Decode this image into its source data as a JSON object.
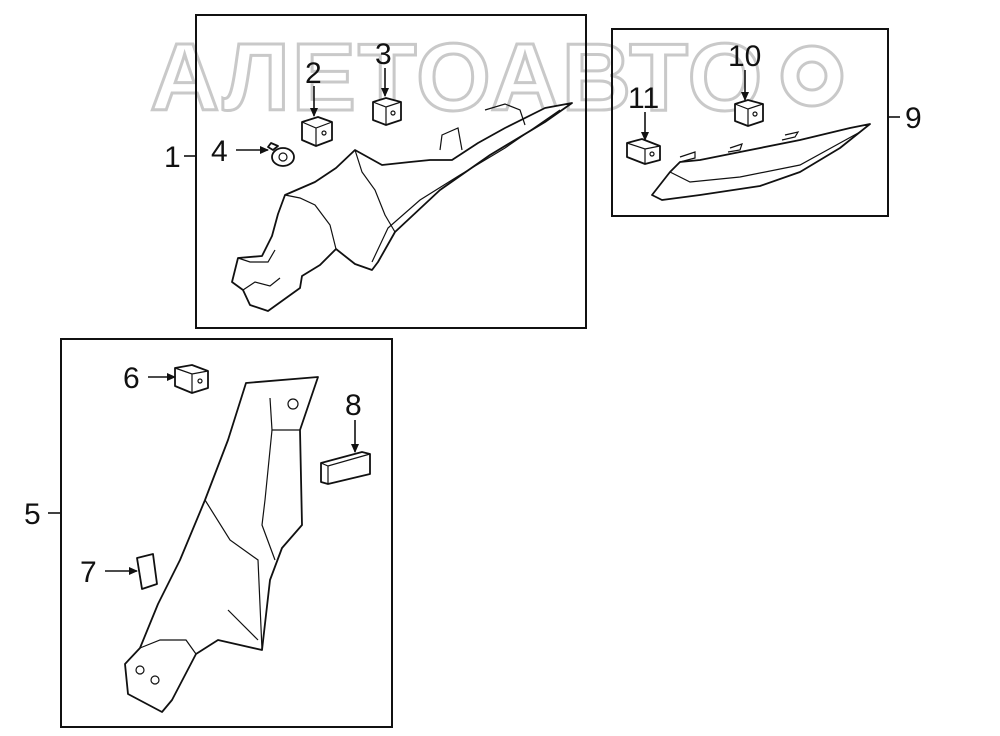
{
  "watermark": {
    "text": "АЛЕТОАВТО",
    "color": "#c9c9c9"
  },
  "callouts": {
    "c1": "1",
    "c2": "2",
    "c3": "3",
    "c4": "4",
    "c5": "5",
    "c6": "6",
    "c7": "7",
    "c8": "8",
    "c9": "9",
    "c10": "10",
    "c11": "11"
  },
  "colors": {
    "line": "#111111",
    "background": "#ffffff"
  }
}
